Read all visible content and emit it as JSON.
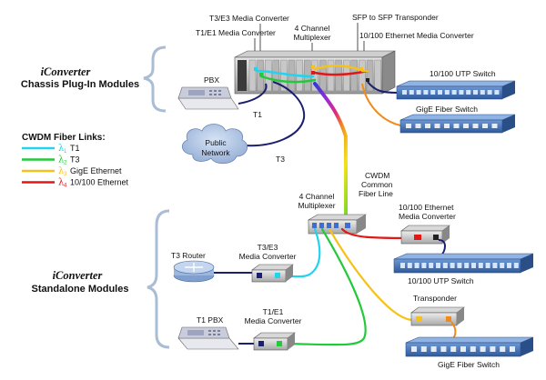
{
  "chassis_title": {
    "line1": "iConverter",
    "line2": "Chassis Plug-In Modules"
  },
  "standalone_title": {
    "line1": "iConverter",
    "line2": "Standalone Modules"
  },
  "top_labels": {
    "t3e3": "T3/E3 Media Converter",
    "t1e1": "T1/E1 Media Converter",
    "mux_line1": "4 Channel",
    "mux_line2": "Multiplexer",
    "sfp": "SFP to SFP Transponder",
    "eth_mc": "10/100 Ethernet  Media Converter"
  },
  "chassis_devices": {
    "utp_switch": "10/100 UTP Switch",
    "gige_switch": "GigE Fiber Switch",
    "pbx": "PBX",
    "t1": "T1",
    "t3": "T3",
    "cloud_line1": "Public",
    "cloud_line2": "Network"
  },
  "legend": {
    "heading": "CWDM Fiber Links:",
    "items": [
      {
        "sub": "1",
        "label": "T1",
        "color": "#22d3f0"
      },
      {
        "sub": "2",
        "label": "T3",
        "color": "#22c93a"
      },
      {
        "sub": "3",
        "label": "GigE Ethernet",
        "color": "#f5c21b"
      },
      {
        "sub": "4",
        "label": "10/100 Ethernet",
        "color": "#e01818"
      }
    ],
    "lambda": "λ"
  },
  "common_line": {
    "line1": "CWDM",
    "line2": "Common",
    "line3": "Fiber Line"
  },
  "standalone_labels": {
    "mux_line1": "4 Channel",
    "mux_line2": "Multiplexer",
    "eth_mc_line1": "10/100 Ethernet",
    "eth_mc_line2": "Media Converter",
    "utp_switch": "10/100 UTP Switch",
    "t3_router": "T3 Router",
    "t3e3_line1": "T3/E3",
    "t3e3_line2": "Media Converter",
    "transponder": "Transponder",
    "t1e1_line1": "T1/E1",
    "t1e1_line2": "Media Converter",
    "t1_pbx": "T1 PBX",
    "gige_switch": "GigE Fiber Switch"
  },
  "colors": {
    "cyan": "#22d3f0",
    "green": "#22c93a",
    "yellow": "#f5c21b",
    "red": "#e01818",
    "navy": "#1a1f6e",
    "switch_blue": "#3d6fb5",
    "bracket": "#a9bdd4"
  }
}
